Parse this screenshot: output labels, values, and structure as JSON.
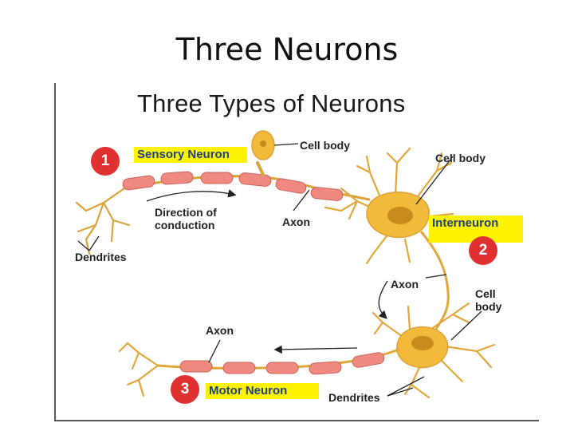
{
  "slide": {
    "title": "Three Neurons"
  },
  "figure": {
    "title": "Three Types of Neurons",
    "sensory": {
      "number": "1",
      "name": "Sensory Neuron"
    },
    "interneuron": {
      "number": "2",
      "name": "Interneuron"
    },
    "motor": {
      "number": "3",
      "name": "Motor Neuron"
    },
    "labels": {
      "cell_body_sensory": "Cell body",
      "cell_body_inter": "Cell body",
      "cell_body_motor": "Cell\nbody",
      "axon_sensory": "Axon",
      "axon_inter": "Axon",
      "axon_motor": "Axon",
      "dendrites_sensory": "Dendrites",
      "dendrites_motor": "Dendrites",
      "direction": "Direction of\nconduction"
    },
    "colors": {
      "highlight": "#fdf200",
      "badge": "#e03030",
      "myelin": "#f08a80",
      "cell": "#f2b93a",
      "nucleus": "#c98a1c",
      "label_text": "#1f3f80"
    }
  }
}
